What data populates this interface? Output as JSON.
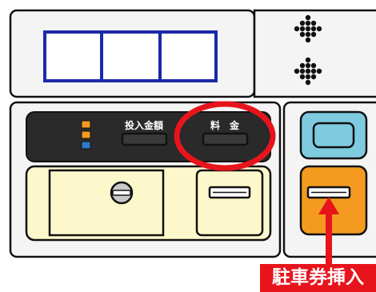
{
  "panel": {
    "inserted_amount_label": "投入金額",
    "fee_label": "料　金"
  },
  "callout": {
    "label": "駐車券挿入"
  },
  "colors": {
    "highlight_ring": "#e8141c",
    "callout_bg": "#e8141c",
    "display_box": "#1a2aa8",
    "indicator_orange": "#f39a1f",
    "indicator_blue": "#2e79c8",
    "cream_panel": "#fdf8cc",
    "ticket_module": "#f39a1f",
    "top_button": "#7ecbe0",
    "dark_panel": "#2a2a2a"
  }
}
